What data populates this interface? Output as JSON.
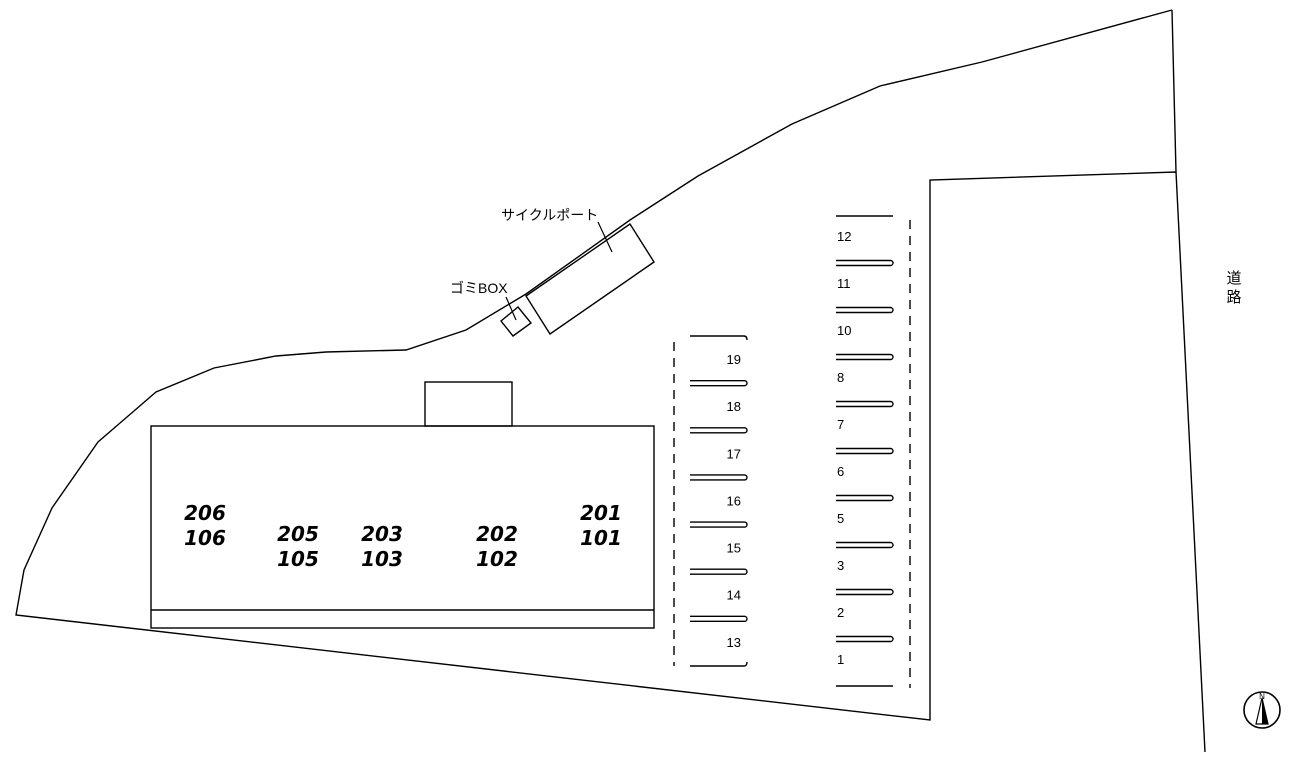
{
  "labels": {
    "cycle_port": "サイクルポート",
    "garbage_box": "ゴミBOX",
    "road_line1": "道",
    "road_line2": "路",
    "compass": "N"
  },
  "units": [
    {
      "upper": "206",
      "lower": "106"
    },
    {
      "upper": "205",
      "lower": "105"
    },
    {
      "upper": "203",
      "lower": "103"
    },
    {
      "upper": "202",
      "lower": "102"
    },
    {
      "upper": "201",
      "lower": "101"
    }
  ],
  "parking_left": [
    "19",
    "18",
    "17",
    "16",
    "15",
    "14",
    "13"
  ],
  "parking_right": [
    "12",
    "11",
    "10",
    "8",
    "7",
    "6",
    "5",
    "3",
    "2",
    "1"
  ]
}
